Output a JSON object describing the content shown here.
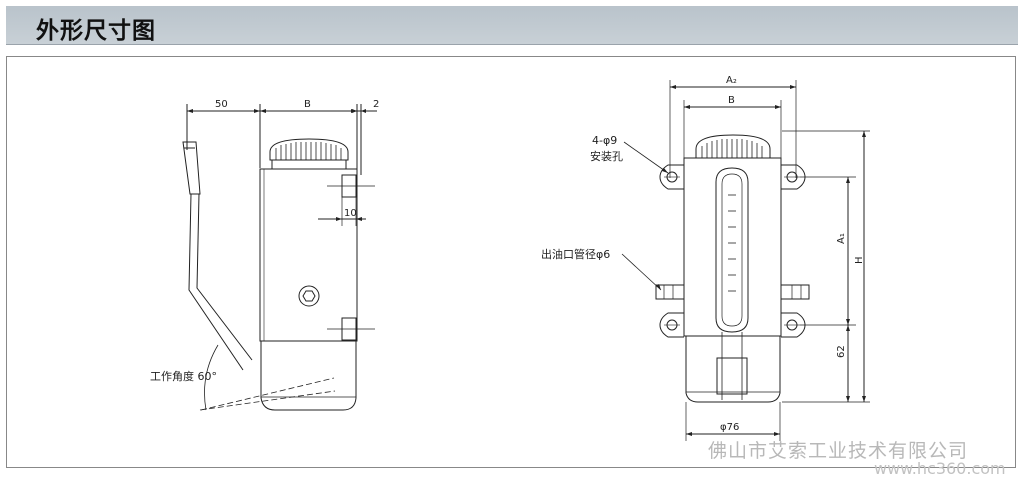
{
  "header": {
    "title": "外形尺寸图"
  },
  "left_view": {
    "dim_handle": "50",
    "dim_body": "B",
    "dim_gap": "2",
    "dim_slot": "10",
    "angle_label": "工作角度 60°"
  },
  "right_view": {
    "dim_a2": "A₂",
    "dim_b": "B",
    "mount_holes": "4-φ9",
    "mount_holes_note": "安装孔",
    "outlet": "出油口管径φ6",
    "dim_a1": "A₁",
    "dim_h": "H",
    "dim_62": "62",
    "dim_base": "φ76"
  },
  "watermark": {
    "company": "佛山市艾索工业技术有限公司",
    "site": "www.hc360.com"
  }
}
